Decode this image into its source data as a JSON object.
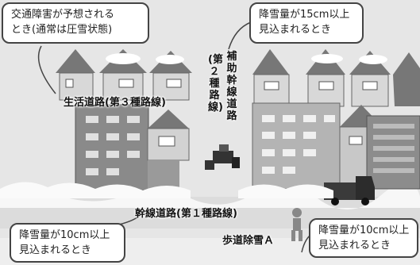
{
  "callouts": {
    "traffic_obstruction": [
      "交通障害が予想される",
      "とき(通常は圧雪状態)"
    ],
    "snowfall_15cm": [
      "降雪量が15cm以上",
      "見込まれるとき"
    ],
    "snowfall_10cm_left": [
      "降雪量が10cm以上",
      "見込まれるとき"
    ],
    "snowfall_10cm_right": [
      "降雪量が10cm以上",
      "見込まれるとき"
    ]
  },
  "labels": {
    "living_road": "生活道路(第３種路線)",
    "auxiliary_trunk_road": "補助幹線道路",
    "auxiliary_trunk_road_class": "(第２種路線)",
    "trunk_road": "幹線道路(第１種路線)",
    "sidewalk_snow_removal": "歩道除雪Ａ"
  }
}
